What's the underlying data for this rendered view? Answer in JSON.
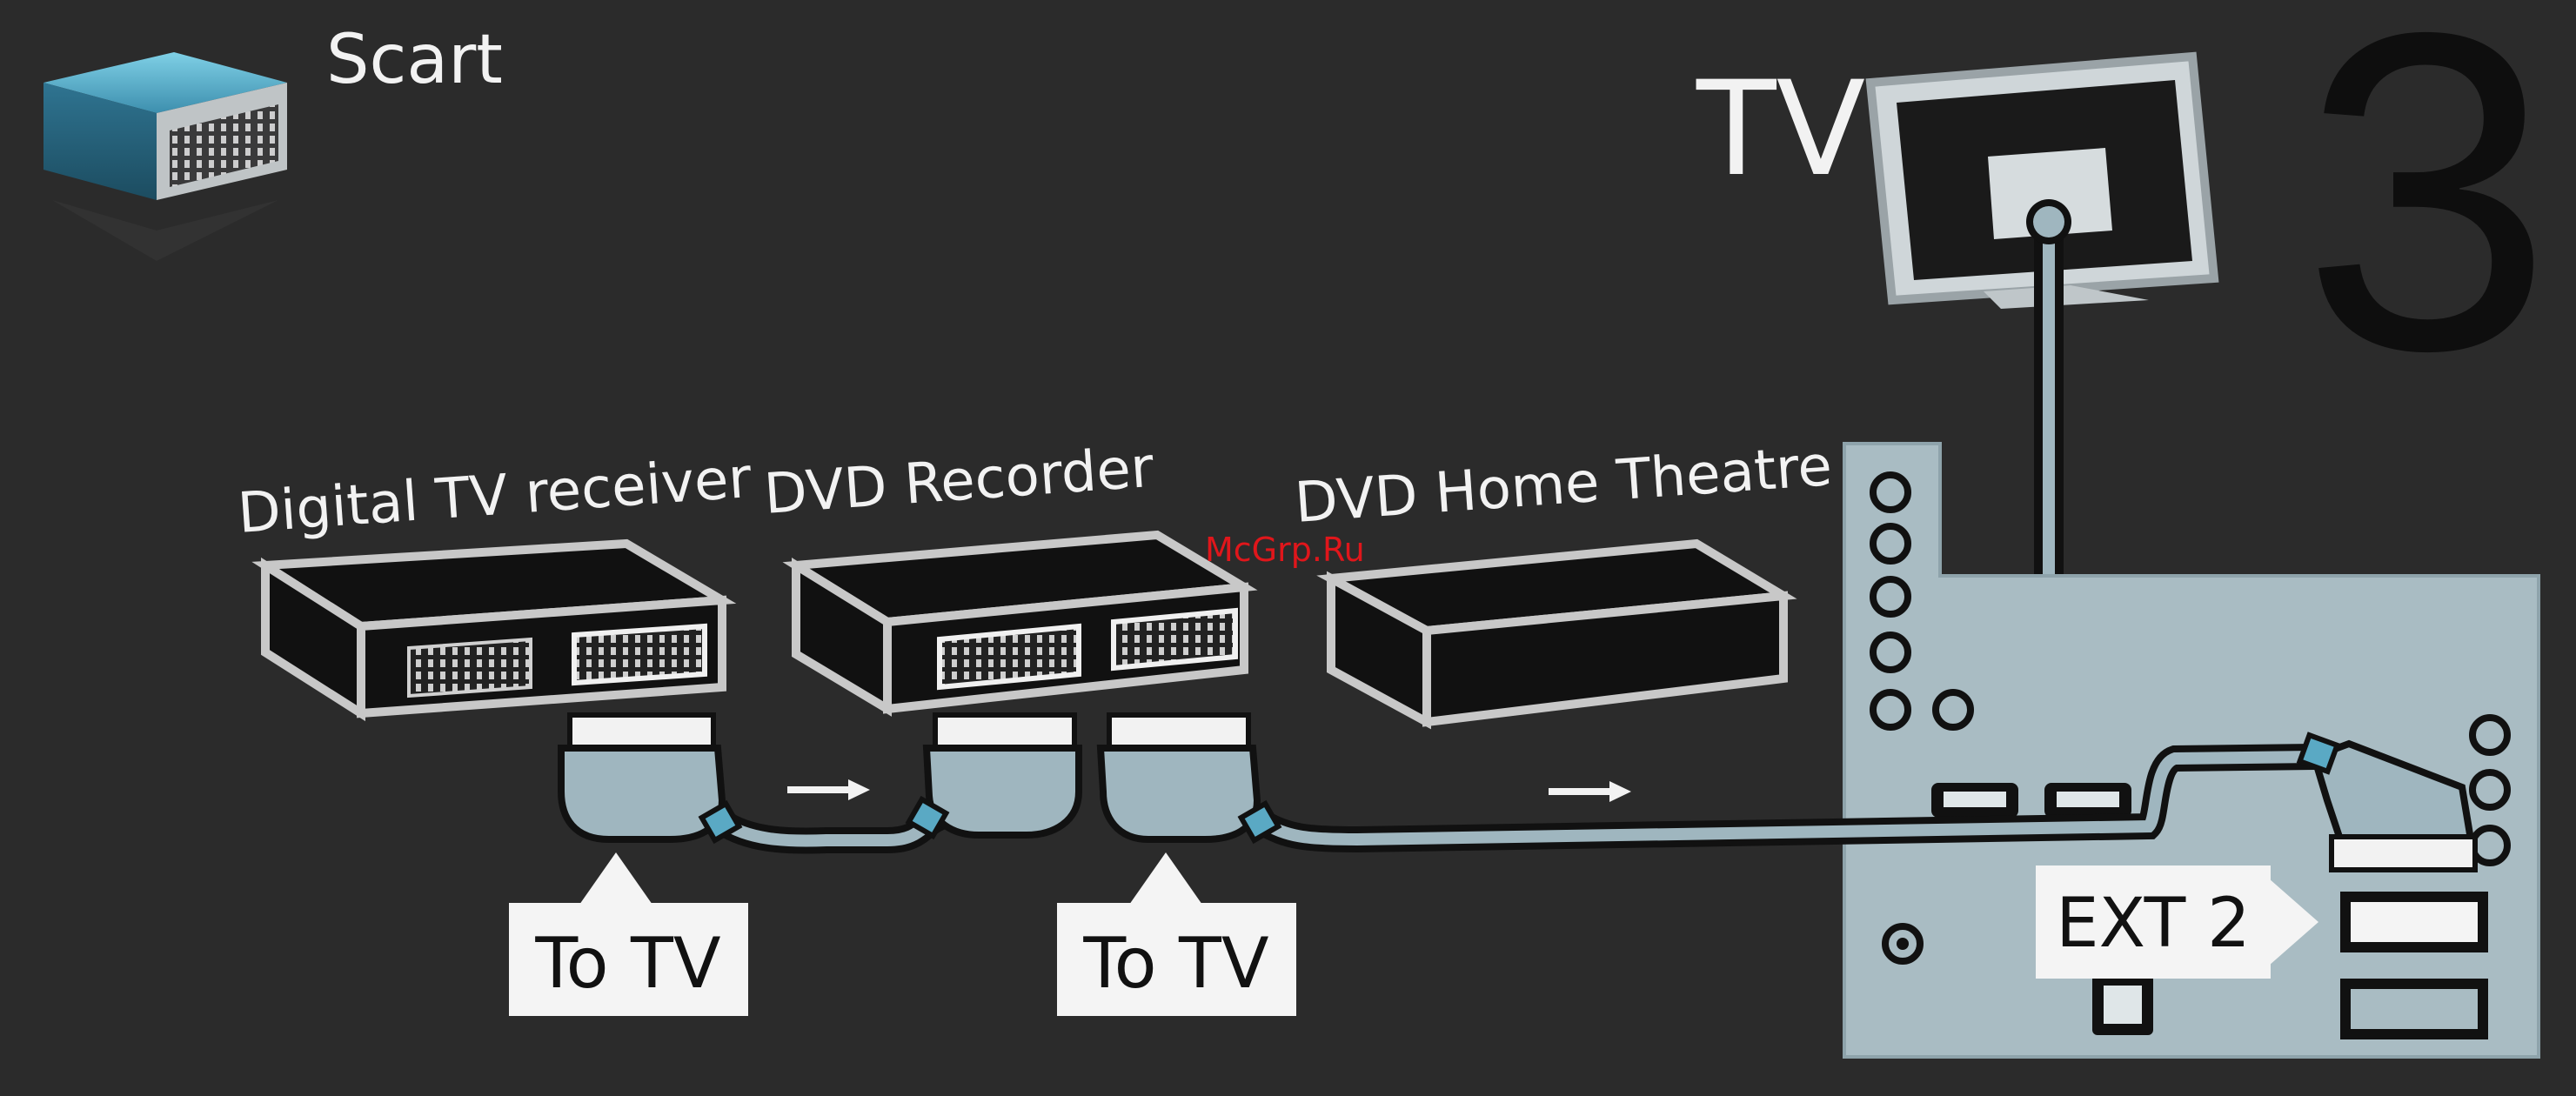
{
  "diagram": {
    "connector_type": "Scart",
    "tv_label": "TV",
    "step_number": "3",
    "devices": {
      "receiver": "Digital TV receiver",
      "recorder": "DVD Recorder",
      "theatre": "DVD Home Theatre"
    },
    "callouts": {
      "to_tv_1": "To TV",
      "to_tv_2": "To TV",
      "ext2": "EXT 2"
    },
    "watermark": "McGrp.Ru",
    "colors": {
      "background": "#2b2b2b",
      "panel": "#a9bcc3",
      "cable": "#9fb6bf",
      "connector_blue": "#5aa9c4",
      "watermark": "#e0161b"
    }
  }
}
